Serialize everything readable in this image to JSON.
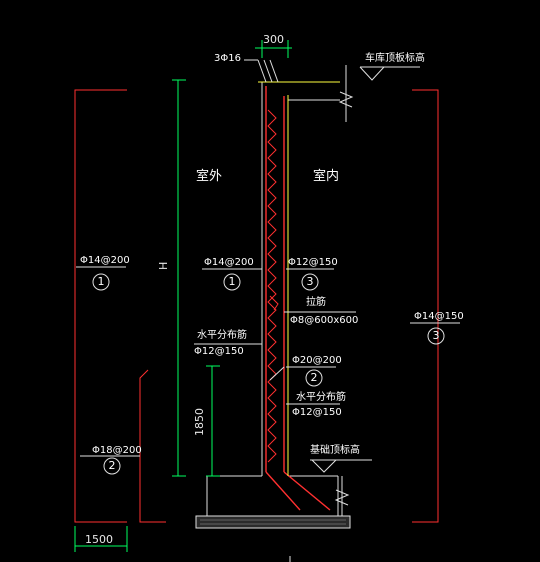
{
  "drawing": {
    "top_bar_label": "3Φ16",
    "top_dim": "300",
    "roof_level_label": "车库顶板标高",
    "outdoor_label": "室外",
    "indoor_label": "室内",
    "height_label": "H",
    "left_rebar": "Φ14@200",
    "left_rebar_no": "1",
    "outer_vert_rebar": "Φ14@200",
    "outer_vert_no": "1",
    "inner_vert_rebar": "Φ12@150",
    "inner_vert_no": "3",
    "tie_label": "拉筋",
    "tie_spec": "Φ8@600x600",
    "horiz_dist_label_1": "水平分布筋",
    "horiz_dist_spec_1": "Φ12@150",
    "inner_extra_rebar": "Φ20@200",
    "inner_extra_no": "2",
    "horiz_dist_label_2": "水平分布筋",
    "horiz_dist_spec_2": "Φ12@150",
    "right_rebar": "Φ14@150",
    "right_rebar_no": "3",
    "lower_dim": "1850",
    "footing_rebar": "Φ18@200",
    "footing_rebar_no": "2",
    "base_level_label": "基础顶标高",
    "bottom_dim": "1500"
  },
  "colors": {
    "wall": "#ff3030",
    "dim": "#00ff60",
    "text": "#ffffff",
    "yellow": "#ffff40"
  }
}
